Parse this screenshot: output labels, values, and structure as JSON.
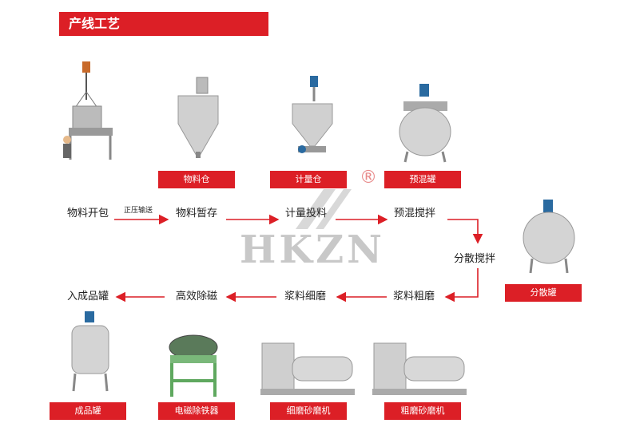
{
  "title": "产线工艺",
  "labels": {
    "wuliaocang": "物料仓",
    "jiliangcang": "计量仓",
    "yuhunguan": "预混罐",
    "fensanguan": "分散罐",
    "chengpinguan": "成品罐",
    "dianci": "电磁除铁器",
    "ximo": "细磨砂磨机",
    "cumo": "粗磨砂磨机"
  },
  "steps": {
    "kaibao": "物料开包",
    "yasong": "正压输送",
    "zancun": "物料暂存",
    "jiliang": "计量投料",
    "yuhun": "预混搅拌",
    "fensan": "分散搅拌",
    "cumo": "浆料粗磨",
    "ximo": "浆料细磨",
    "chuci": "高效除磁",
    "ruguan": "入成品罐"
  },
  "watermark": "HKZN",
  "colors": {
    "accent": "#dc1f26"
  }
}
